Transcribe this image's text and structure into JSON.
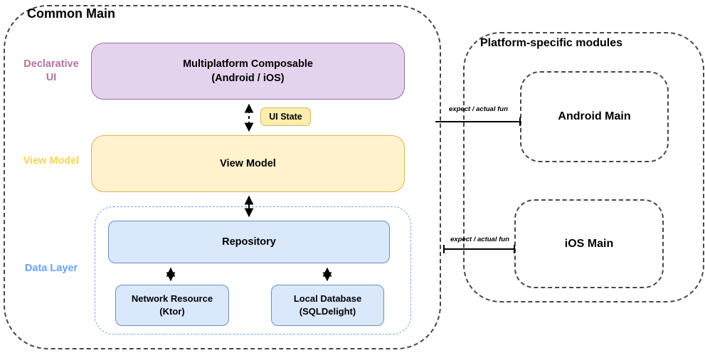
{
  "diagram": {
    "common_main": {
      "title": "Common Main",
      "side_labels": {
        "declarative_ui_line1": "Declarative",
        "declarative_ui_line2": "UI",
        "view_model": "View Model",
        "data_layer": "Data Layer"
      },
      "composable_box": {
        "line1": "Multiplatform Composable",
        "line2": "(Android / iOS)"
      },
      "ui_state_badge": "UI State",
      "view_model_box": "View Model",
      "data_layer_group": {
        "repository_box": "Repository",
        "network_box": {
          "line1": "Network Resource",
          "line2": "(Ktor)"
        },
        "database_box": {
          "line1": "Local Database",
          "line2": "(SQLDelight)"
        }
      }
    },
    "platform_modules": {
      "title": "Platform-specific modules",
      "android_box": "Android Main",
      "ios_box": "iOS Main",
      "android_edge_label": "expect / actual fun",
      "ios_edge_label": "expect / actual fun"
    }
  },
  "colors": {
    "purple_fill": "#E4D3EC",
    "purple_border": "#9673A6",
    "yellow_fill": "#FFF2CC",
    "yellow_border": "#D6B656",
    "ui_state_fill": "#FFEDB0",
    "blue_fill": "#DAE8FC",
    "blue_border": "#6C8EBF",
    "data_group_border": "#74A7E8",
    "label_declarative": "#B5739D",
    "label_view_model": "#FFD24F",
    "label_data_layer": "#66A3FF",
    "outline_dark": "#474747",
    "arrow_black": "#000000"
  }
}
